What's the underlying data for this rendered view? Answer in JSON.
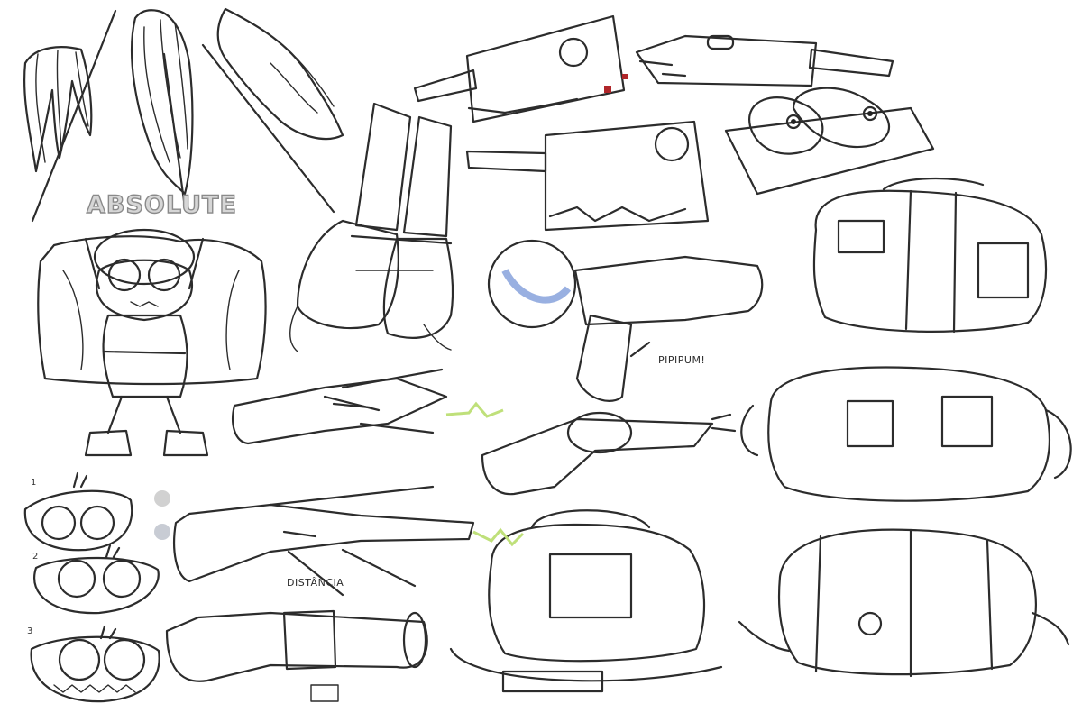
{
  "labels": {
    "absolute": "ABSOLUTE",
    "pipipum": "PIPIPUM!",
    "distancia": "DISTÂNCIA",
    "step_1": "1",
    "step_2": "2",
    "step_3": "3"
  },
  "colors": {
    "ink": "#2c2c2c",
    "light_gray": "#d4d4d2",
    "mid_gray": "#a8a8a6",
    "dark_gray": "#7d7d7b",
    "muted_pink": "#a98080",
    "violet": "#9e78b8",
    "blood_red": "#b0262a",
    "meat_red": "#c0283a",
    "brown_boot": "#8a6d68",
    "water_blue": "#6d8fd4",
    "neon_green": "#bfe07a",
    "cleaver_blade": "#e7e6df"
  },
  "icons": [
    "claw-hand-icon",
    "scalpel-icon",
    "cleaver-icon",
    "meat-tray-icon",
    "backpack-icon",
    "water-pistol-icon",
    "revolver-icon",
    "rifle-icon",
    "cannon-icon"
  ]
}
